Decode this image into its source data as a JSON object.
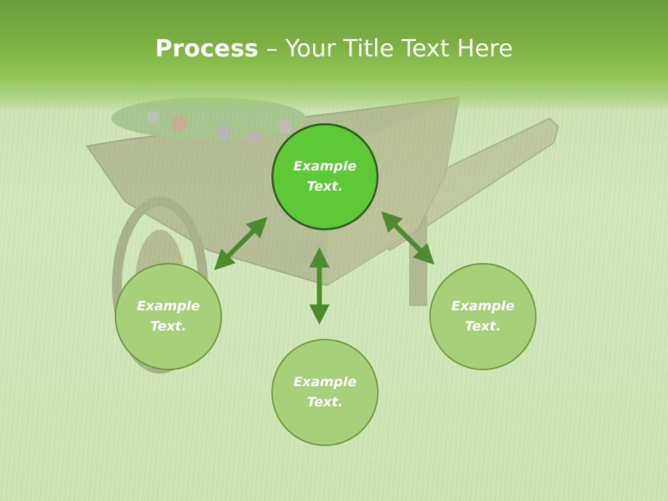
{
  "slide": {
    "title_bold": "Process",
    "title_rest": " – Your Title Text Here",
    "colors": {
      "header": "#7fb043",
      "primary_node": "#5ec936",
      "secondary_node": "#a8d07a",
      "arrow": "#4f8b2e"
    }
  },
  "nodes": {
    "center": {
      "line1": "Example",
      "line2": "Text."
    },
    "left": {
      "line1": "Example",
      "line2": "Text."
    },
    "right": {
      "line1": "Example",
      "line2": "Text."
    },
    "bottom": {
      "line1": "Example",
      "line2": "Text."
    }
  },
  "background": {
    "icon": "wheelbarrow-with-flowers-on-lawn"
  }
}
